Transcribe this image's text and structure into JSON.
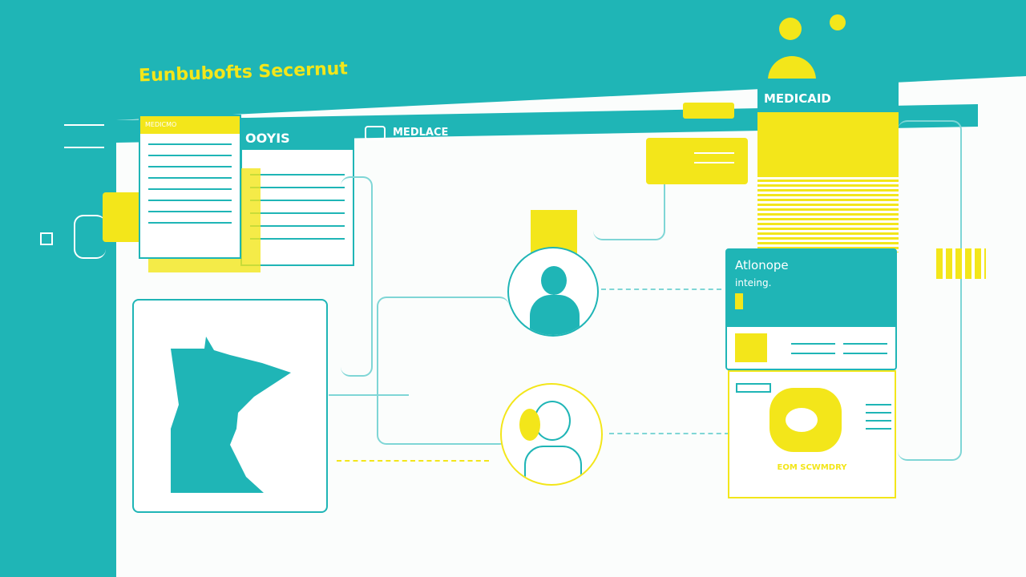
{
  "title": "Eunbubofts Secernut",
  "topbar": {
    "label": "MEDLACE"
  },
  "left_card": {
    "label": "MEDICMO"
  },
  "mid_card": {
    "label": "OOYIS"
  },
  "medicaid_tab": {
    "label": "MEDICAID"
  },
  "info_card": {
    "heading": "Atlonope",
    "subheading": "inteing."
  },
  "summary_card": {
    "caption": "EOM SCWMDRY"
  },
  "colors": {
    "teal": "#1fb5b6",
    "yellow": "#f3e61a",
    "white": "#fbfdfc"
  }
}
